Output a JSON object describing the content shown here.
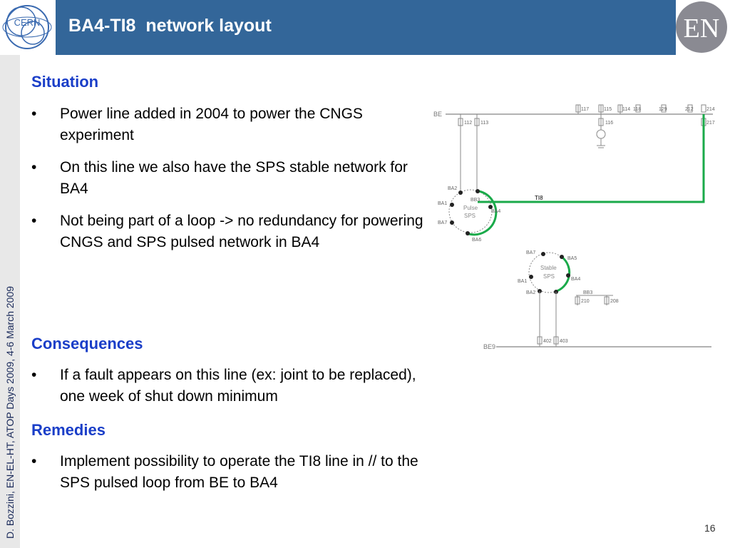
{
  "header": {
    "title": "BA4-TI8  network layout",
    "cern_logo_text": "CERN",
    "en_logo_text": "EN"
  },
  "footer": {
    "side_text": "D. Bozzini, EN-EL-HT, ATOP Days 2009, 4-6 March 2009",
    "page_number": "16"
  },
  "content": {
    "situation": {
      "heading": "Situation",
      "bullets": [
        "Power line added in 2004 to power the CNGS experiment",
        "On this line we also have the SPS stable network for BA4",
        "Not being part of a loop -> no redundancy for powering CNGS and SPS pulsed network in BA4"
      ]
    },
    "consequences": {
      "heading": "Consequences",
      "bullets": [
        "If a fault appears on this line (ex: joint to be replaced), one week of shut down minimum"
      ]
    },
    "remedies": {
      "heading": "Remedies",
      "bullets": [
        "Implement possibility to operate the TI8 line in // to the SPS pulsed loop from BE to BA4"
      ]
    },
    "bullet_char": "•"
  },
  "diagram": {
    "bus_top": "BE",
    "bus_bottom": "BE9",
    "line_label": "TI8",
    "top_breakers": [
      "117",
      "115",
      "114",
      "118",
      "129",
      "212",
      "214"
    ],
    "top_lower": [
      "112",
      "113",
      "116",
      "217"
    ],
    "pulse_loop": {
      "label1": "Pulse",
      "label2": "SPS",
      "nodes": [
        "BA2",
        "BB3",
        "BA1",
        "BA4",
        "BA7",
        "BA6"
      ]
    },
    "stable_loop": {
      "label1": "Stable",
      "label2": "SPS",
      "nodes": [
        "BA7",
        "BA5",
        "BA1",
        "BA4",
        "BA2",
        "BB3"
      ]
    },
    "bb3_breakers": [
      "210",
      "208"
    ],
    "bottom_breakers": [
      "402",
      "403"
    ],
    "accent_green": "#1aaa4a"
  }
}
